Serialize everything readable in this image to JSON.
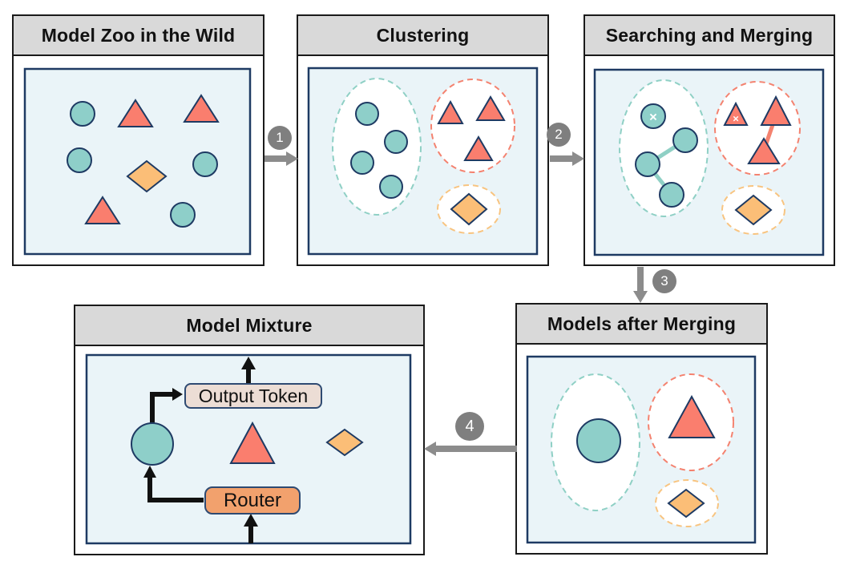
{
  "figure": {
    "panels": {
      "model_zoo": {
        "title": "Model Zoo in the Wild"
      },
      "clustering": {
        "title": "Clustering"
      },
      "searching_merging": {
        "title": "Searching and Merging",
        "removed_mark": "×"
      },
      "models_after_merging": {
        "title": "Models after Merging"
      },
      "model_mixture": {
        "title": "Model Mixture",
        "output_token_label": "Output Token",
        "router_label": "Router"
      }
    },
    "step_badges": [
      "1",
      "2",
      "3",
      "4"
    ],
    "colors": {
      "teal_model": "#8ECFC9",
      "salmon_model": "#FA7E6E",
      "orange_model": "#FBBE77",
      "cluster_teal_dash": "#8FD0C5",
      "cluster_red_dash": "#F4826F",
      "cluster_orange_dash": "#F8C480",
      "inner_box_border": "#1E3A63",
      "inner_box_fill": "#EAF4F8",
      "panel_header_fill": "#D9D9D9",
      "arrow_gray": "#8C8C8C",
      "badge_gray": "#7F7F7F",
      "output_token_fill": "#ECDDD5",
      "router_fill": "#F2A16D"
    }
  }
}
